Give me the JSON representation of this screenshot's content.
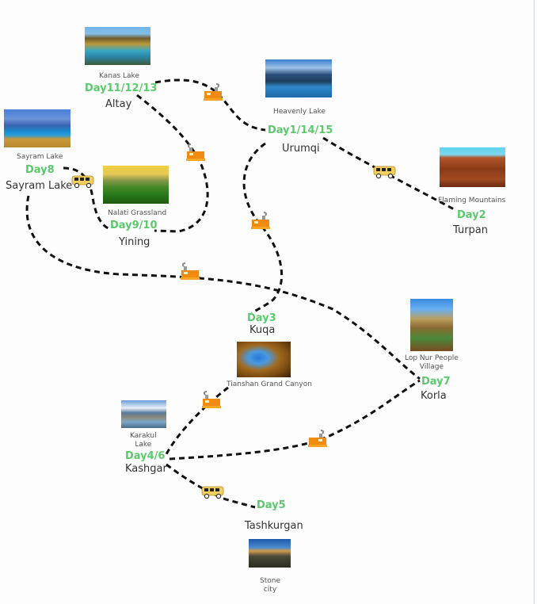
{
  "diagram": {
    "title": "Xinjiang travel route map",
    "colors": {
      "day_label": "#5cc96d",
      "city_label": "#333333",
      "caption": "#555555",
      "route_line": "#111111",
      "train": "#f08a10",
      "van": "#f2d060"
    },
    "stops": [
      {
        "id": "altay",
        "day": "Day11/12/13",
        "city": "Altay",
        "attraction": "Kanas Lake",
        "photo_icon": "kanas-lake-photo"
      },
      {
        "id": "urumqi",
        "day": "Day1/14/15",
        "city": "Urumqi",
        "attraction": "Heavenly Lake",
        "photo_icon": "heavenly-lake-photo"
      },
      {
        "id": "sayram",
        "day": "Day8",
        "city": "Sayram Lake",
        "attraction": "Sayram Lake",
        "photo_icon": "sayram-lake-photo"
      },
      {
        "id": "yining",
        "day": "Day9/10",
        "city": "Yining",
        "attraction": "Nalati Grassland",
        "photo_icon": "nalati-grassland-photo"
      },
      {
        "id": "turpan",
        "day": "Day2",
        "city": "Turpan",
        "attraction": "Flaming Mountains",
        "photo_icon": "flaming-mountains-photo"
      },
      {
        "id": "kuqa",
        "day": "Day3",
        "city": "Kuqa",
        "attraction": "Tianshan Grand Canyon",
        "photo_icon": "tianshan-grand-canyon-photo"
      },
      {
        "id": "korla",
        "day": "Day7",
        "city": "Korla",
        "attraction_lines": [
          "Lop Nur People",
          "Village"
        ],
        "photo_icon": "lop-nur-village-photo"
      },
      {
        "id": "kashgar",
        "day": "Day4/6",
        "city": "Kashgar",
        "attraction_lines": [
          "Karakul",
          "Lake"
        ],
        "photo_icon": "karakul-lake-photo"
      },
      {
        "id": "tashkurgan",
        "day": "Day5",
        "city": "Tashkurgan",
        "attraction_lines": [
          "Stone",
          "city"
        ],
        "photo_icon": "stone-city-photo"
      }
    ],
    "routes": [
      {
        "from": "altay",
        "to": "urumqi",
        "transport": "train"
      },
      {
        "from": "altay",
        "to": "yining",
        "transport": "train"
      },
      {
        "from": "sayram",
        "to": "yining",
        "transport": "van"
      },
      {
        "from": "urumqi",
        "to": "turpan",
        "transport": "van"
      },
      {
        "from": "urumqi",
        "to": "kuqa",
        "transport": "train"
      },
      {
        "from": "sayram",
        "to": "korla",
        "transport": "train"
      },
      {
        "from": "kuqa",
        "to": "kashgar",
        "transport": "train"
      },
      {
        "from": "kashgar",
        "to": "korla",
        "transport": "train"
      },
      {
        "from": "kashgar",
        "to": "tashkurgan",
        "transport": "van"
      }
    ]
  }
}
